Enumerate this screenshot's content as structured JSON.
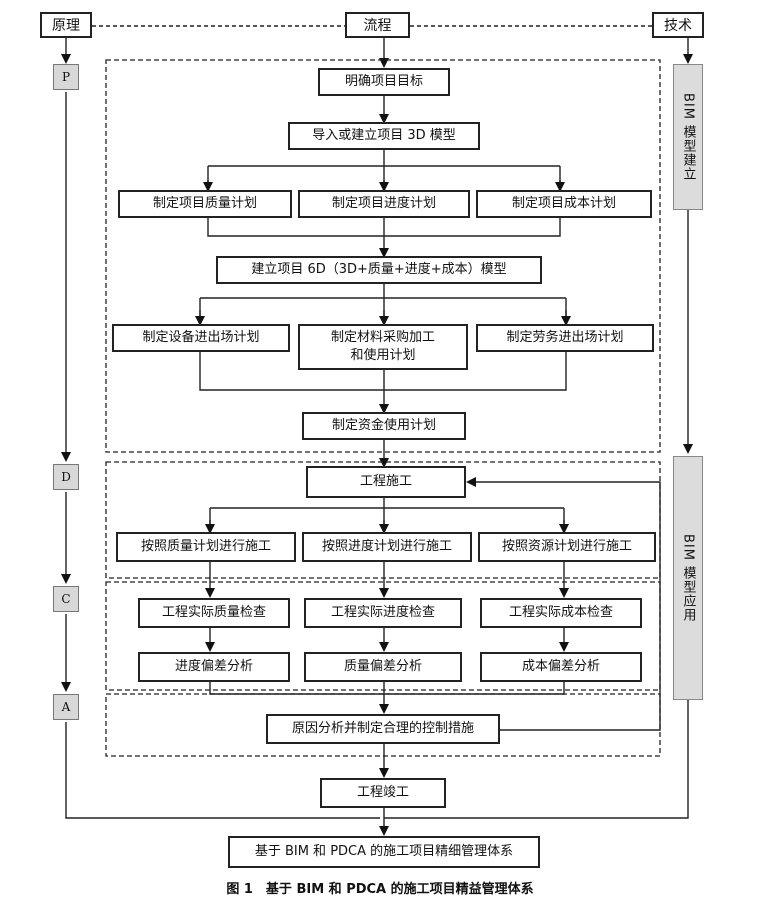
{
  "headers": {
    "principle": "原理",
    "process": "流程",
    "technology": "技术"
  },
  "phases": {
    "p": "P",
    "d": "D",
    "c": "C",
    "a": "A"
  },
  "tech": {
    "modeling": "BIM 模型建立",
    "application": "BIM 模型应用"
  },
  "steps": {
    "goal": "明确项目目标",
    "model3d": "导入或建立项目 3D 模型",
    "quality_plan": "制定项目质量计划",
    "schedule_plan": "制定项目进度计划",
    "cost_plan": "制定项目成本计划",
    "model6d": "建立项目 6D（3D+质量+进度+成本）模型",
    "equipment_plan": "制定设备进出场计划",
    "material_plan_line1": "制定材料采购加工",
    "material_plan_line2": "和使用计划",
    "labor_plan": "制定劳务进出场计划",
    "fund_plan": "制定资金使用计划",
    "construction": "工程施工",
    "build_quality": "按照质量计划进行施工",
    "build_schedule": "按照进度计划进行施工",
    "build_resource": "按照资源计划进行施工",
    "check_quality": "工程实际质量检查",
    "check_schedule": "工程实际进度检查",
    "check_cost": "工程实际成本检查",
    "dev_schedule": "进度偏差分析",
    "dev_quality": "质量偏差分析",
    "dev_cost": "成本偏差分析",
    "cause_analysis": "原因分析并制定合理的控制措施",
    "completion": "工程竣工",
    "final": "基于 BIM 和 PDCA 的施工项目精细管理体系"
  },
  "caption": "图 1　基于 BIM 和 PDCA 的施工项目精益管理体系"
}
